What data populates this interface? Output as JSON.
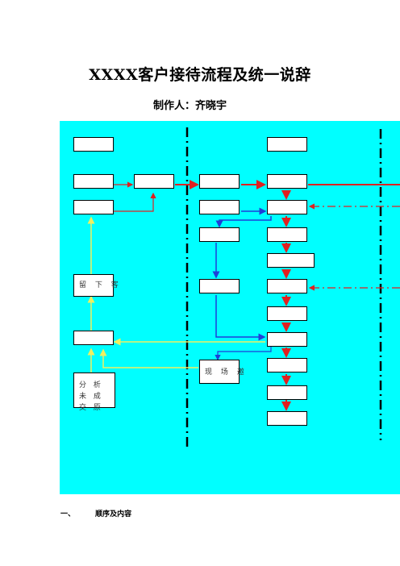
{
  "document": {
    "title": "XXXX客户接待流程及统一说辞",
    "author": "制作人：齐晓宇"
  },
  "flowchart": {
    "labels": {
      "retain": "留 下 客",
      "analyze": "分 析 未 成 交 原",
      "site_invite": "现 场 邀"
    }
  },
  "section": {
    "number": "一、",
    "heading": "顺序及内容"
  },
  "colors": {
    "panel": "#00ffff",
    "red_arrow": "#e02020",
    "blue_arrow": "#1f3fd8",
    "yellow_arrow": "#f0f060",
    "divider": "#000000"
  }
}
